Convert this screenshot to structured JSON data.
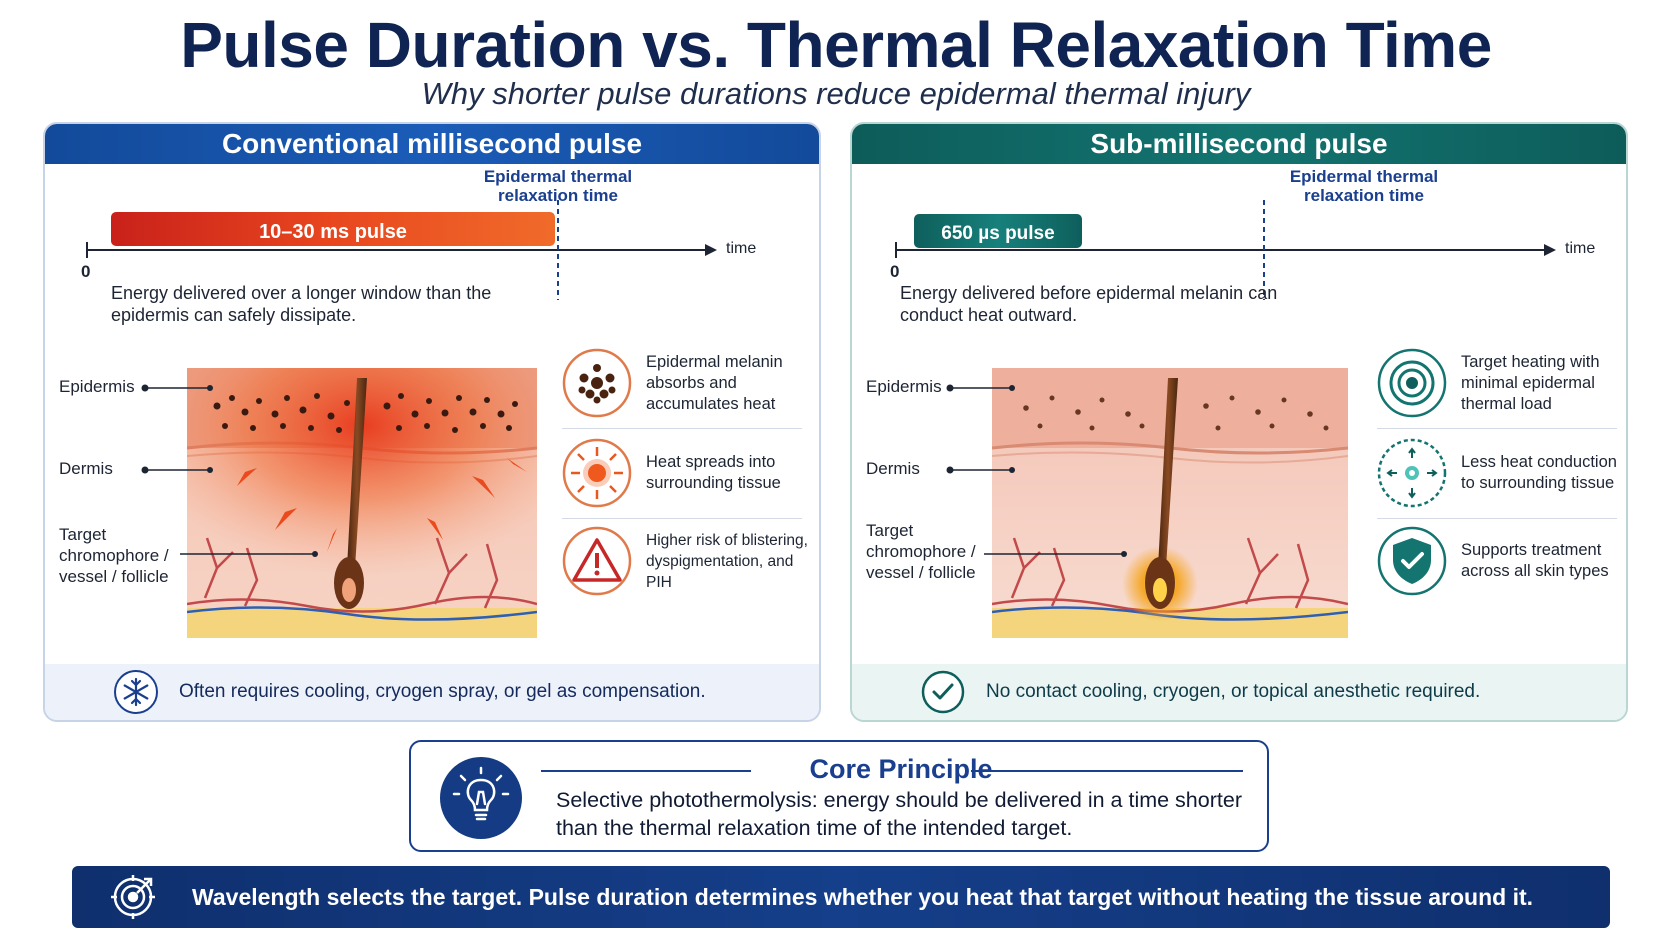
{
  "title": "Pulse Duration vs. Thermal Relaxation Time",
  "subtitle": "Why shorter pulse durations reduce epidermal thermal injury",
  "left": {
    "heading": "Conventional millisecond pulse",
    "etr_label": "Epidermal thermal relaxation time",
    "pulse_label": "10–30 ms pulse",
    "axis_zero": "0",
    "axis_time": "time",
    "description": "Energy delivered over a longer window than the epidermis can safely dissipate.",
    "layers": {
      "epidermis": "Epidermis",
      "dermis": "Dermis",
      "target": "Target chromophore / vessel / follicle"
    },
    "features": [
      {
        "icon": "melanin-cluster-icon",
        "text": "Epidermal melanin absorbs and accumulates heat"
      },
      {
        "icon": "heat-spread-icon",
        "text": "Heat spreads into surrounding tissue"
      },
      {
        "icon": "warning-icon",
        "text": "Higher risk of blistering, dyspigmentation, and PIH"
      }
    ],
    "footnote": "Often requires cooling, cryogen spray, or gel as compensation.",
    "footnote_icon": "snowflake-icon",
    "accent": "#1a5cb8"
  },
  "right": {
    "heading": "Sub-millisecond pulse",
    "etr_label": "Epidermal thermal relaxation time",
    "pulse_label": "650 µs pulse",
    "axis_zero": "0",
    "axis_time": "time",
    "description": "Energy delivered before epidermal melanin can conduct heat outward.",
    "layers": {
      "epidermis": "Epidermis",
      "dermis": "Dermis",
      "target": "Target chromophore / vessel / follicle"
    },
    "features": [
      {
        "icon": "target-icon",
        "text": "Target heating with minimal epidermal thermal load"
      },
      {
        "icon": "reduced-conduction-icon",
        "text": "Less heat conduction to surrounding tissue"
      },
      {
        "icon": "shield-check-icon",
        "text": "Supports treatment across all skin types"
      }
    ],
    "footnote": "No contact cooling, cryogen, or topical anesthetic required.",
    "footnote_icon": "check-circle-icon",
    "accent": "#137470"
  },
  "core": {
    "heading": "Core Principle",
    "body": "Selective photothermolysis: energy should be delivered in a time shorter than the thermal relaxation time of the intended target.",
    "icon": "lightbulb-icon"
  },
  "banner": {
    "text": "Wavelength selects the target. Pulse duration determines whether you heat that target without heating the tissue around it.",
    "icon": "target-gear-icon"
  },
  "colors": {
    "navy": "#0f2452",
    "blue": "#1a3f8f",
    "teal": "#137470",
    "pulse_red": "#e0391b",
    "danger": "#c62828"
  }
}
